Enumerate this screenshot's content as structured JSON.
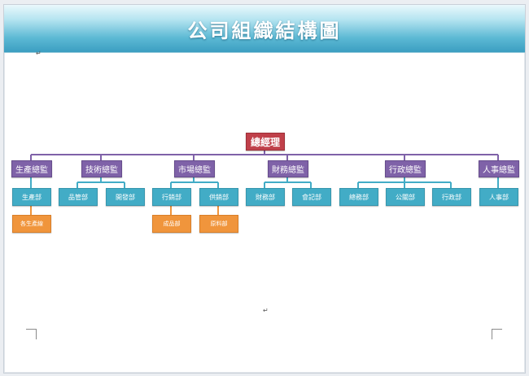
{
  "document": {
    "title": "公司組織結構圖",
    "paragraph_mark": "↵"
  },
  "org": {
    "root": "總經理",
    "directors": [
      "生產總監",
      "技術總監",
      "市場總監",
      "財務總監",
      "行政總監",
      "人事總監"
    ],
    "departments": {
      "production": [
        "生產部"
      ],
      "tech": [
        "品管部",
        "開發部"
      ],
      "market": [
        "行銷部",
        "供銷部"
      ],
      "finance": [
        "財務部",
        "會記部"
      ],
      "admin": [
        "總務部",
        "公關部",
        "行政部"
      ],
      "hr": [
        "人事部"
      ]
    },
    "units": {
      "production_line": "各生產線",
      "finished_goods": "成品部",
      "raw_materials": "原料部"
    }
  },
  "colors": {
    "root": "#c0404a",
    "director": "#7f62a8",
    "department": "#42acc6",
    "unit": "#f0953c",
    "banner": "#5cb9d4"
  }
}
